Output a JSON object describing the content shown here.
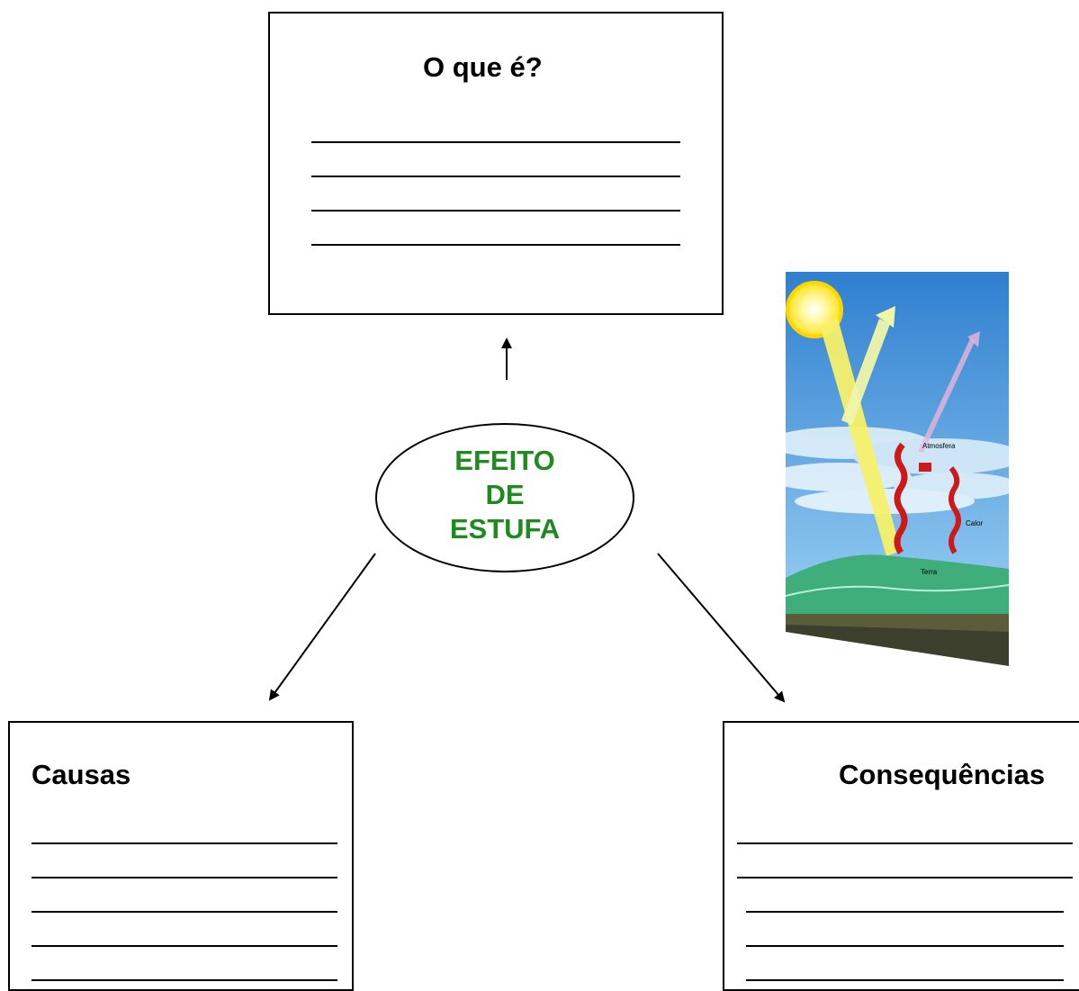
{
  "top_box": {
    "title": "O que é?"
  },
  "center": {
    "lines": [
      "EFEITO",
      "DE",
      "ESTUFA"
    ],
    "color": "#1f8b1f"
  },
  "left_box": {
    "title": "Causas"
  },
  "right_box": {
    "title": "Consequências"
  },
  "illustration": {
    "labels": {
      "atmosphere": "Atmosfera",
      "heat": "Calor",
      "earth": "Terra"
    },
    "colors": {
      "sky": "#3b8fd8",
      "sun": "#ffee33",
      "ground": "#3fae7a",
      "heat": "#cc1a1a"
    }
  }
}
